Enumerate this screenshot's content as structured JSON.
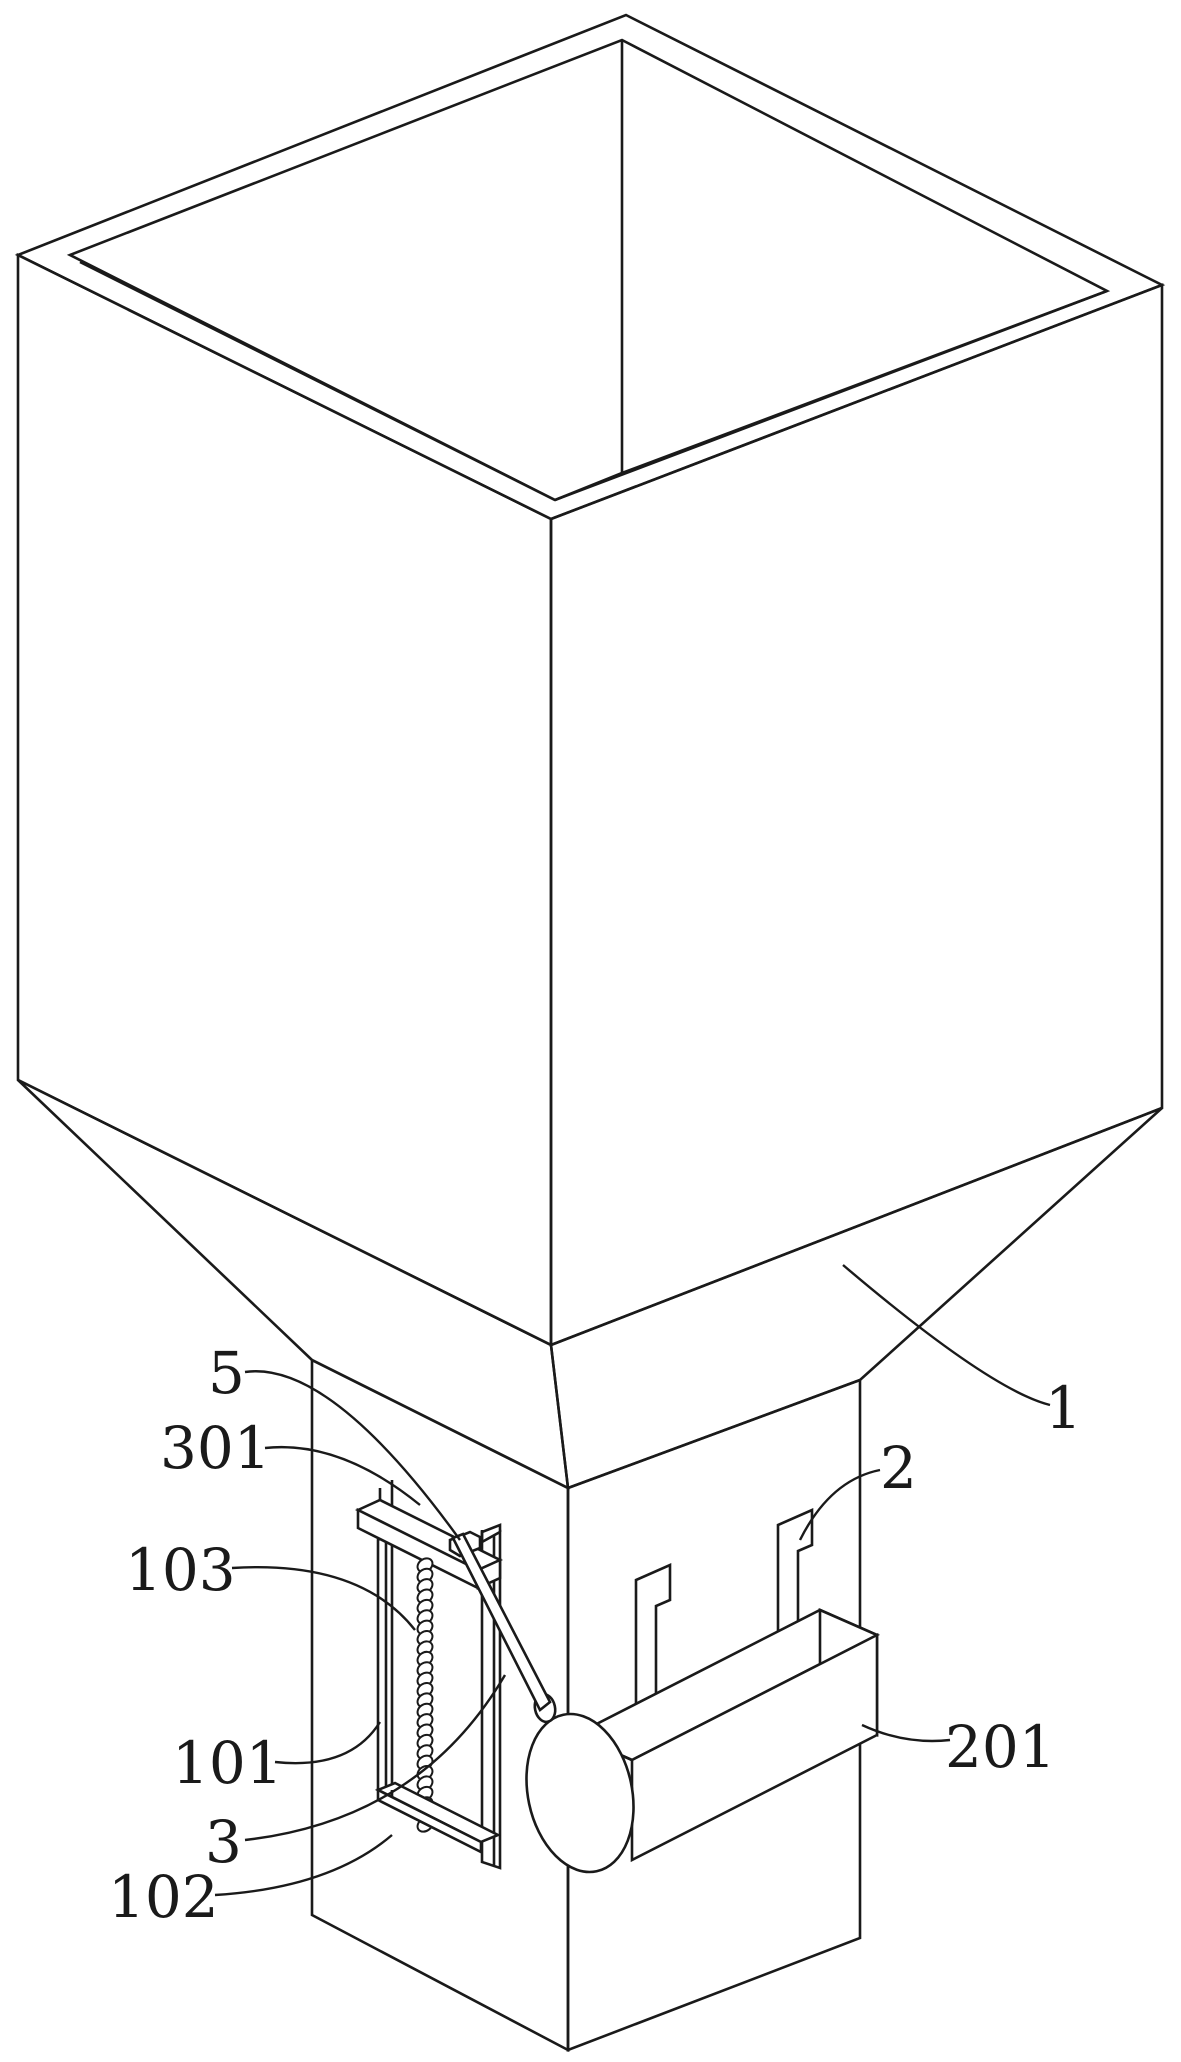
{
  "labels": {
    "hopper": "1",
    "motor_bracket": "2",
    "motor": "201",
    "crank_rod": "3",
    "slider_block": "301",
    "pin": "5",
    "guide_rail": "101",
    "base_plate": "102",
    "spring": "103"
  }
}
